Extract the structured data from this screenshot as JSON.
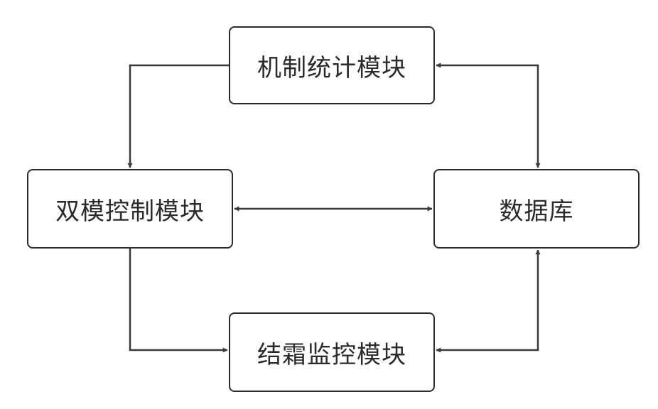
{
  "nodes": {
    "mechanism_stats": "机制统计模块",
    "dual_mode_control": "双模控制模块",
    "database": "数据库",
    "frost_monitor": "结霜监控模块"
  },
  "edges": [
    {
      "from": "mechanism_stats",
      "to": "dual_mode_control",
      "direction": "one-way"
    },
    {
      "from": "mechanism_stats",
      "to": "database",
      "direction": "bidirectional"
    },
    {
      "from": "dual_mode_control",
      "to": "database",
      "direction": "bidirectional"
    },
    {
      "from": "dual_mode_control",
      "to": "frost_monitor",
      "direction": "one-way"
    },
    {
      "from": "frost_monitor",
      "to": "database",
      "direction": "bidirectional"
    }
  ],
  "colors": {
    "stroke": "#2b2b2b",
    "text": "#2a2a2a",
    "background": "#ffffff"
  }
}
